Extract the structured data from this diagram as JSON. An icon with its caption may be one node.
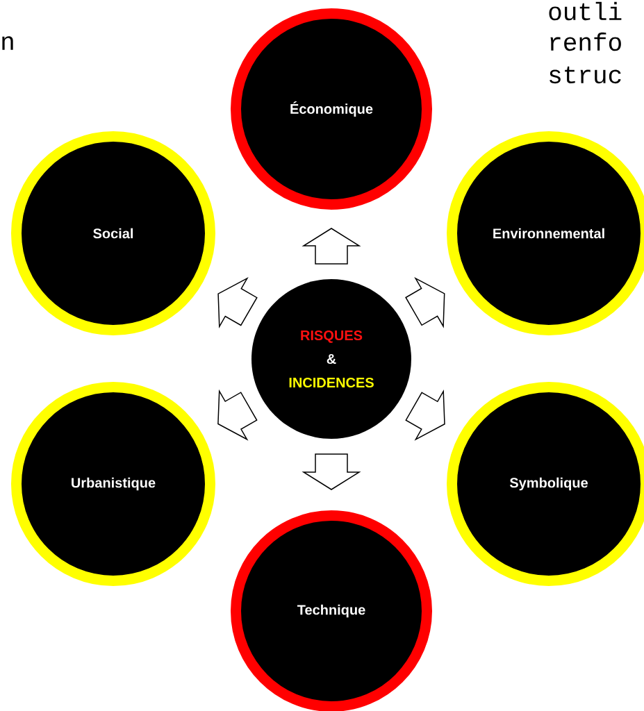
{
  "diagram": {
    "nodes": [
      {
        "text": [
          "Économique"
        ]
      },
      {
        "text": [
          "Social"
        ]
      },
      {
        "text": [
          "Environnemental"
        ]
      },
      {
        "text": [
          "RISQUES",
          "&",
          "INCIDENCES"
        ]
      },
      {
        "text": [
          "Urbanistique"
        ]
      },
      {
        "text": [
          "Symbolique"
        ]
      },
      {
        "text": [
          "Technique"
        ]
      }
    ],
    "edges": [
      {
        "from": 3,
        "to": 0,
        "arrow": "to"
      },
      {
        "from": 3,
        "to": 1,
        "arrow": "to"
      },
      {
        "from": 3,
        "to": 2,
        "arrow": "to"
      },
      {
        "from": 3,
        "to": 4,
        "arrow": "to"
      },
      {
        "from": 3,
        "to": 5,
        "arrow": "to"
      },
      {
        "from": 3,
        "to": 6,
        "arrow": "to"
      }
    ],
    "labels": [
      "outli",
      "n",
      "renfo",
      "struc"
    ]
  }
}
